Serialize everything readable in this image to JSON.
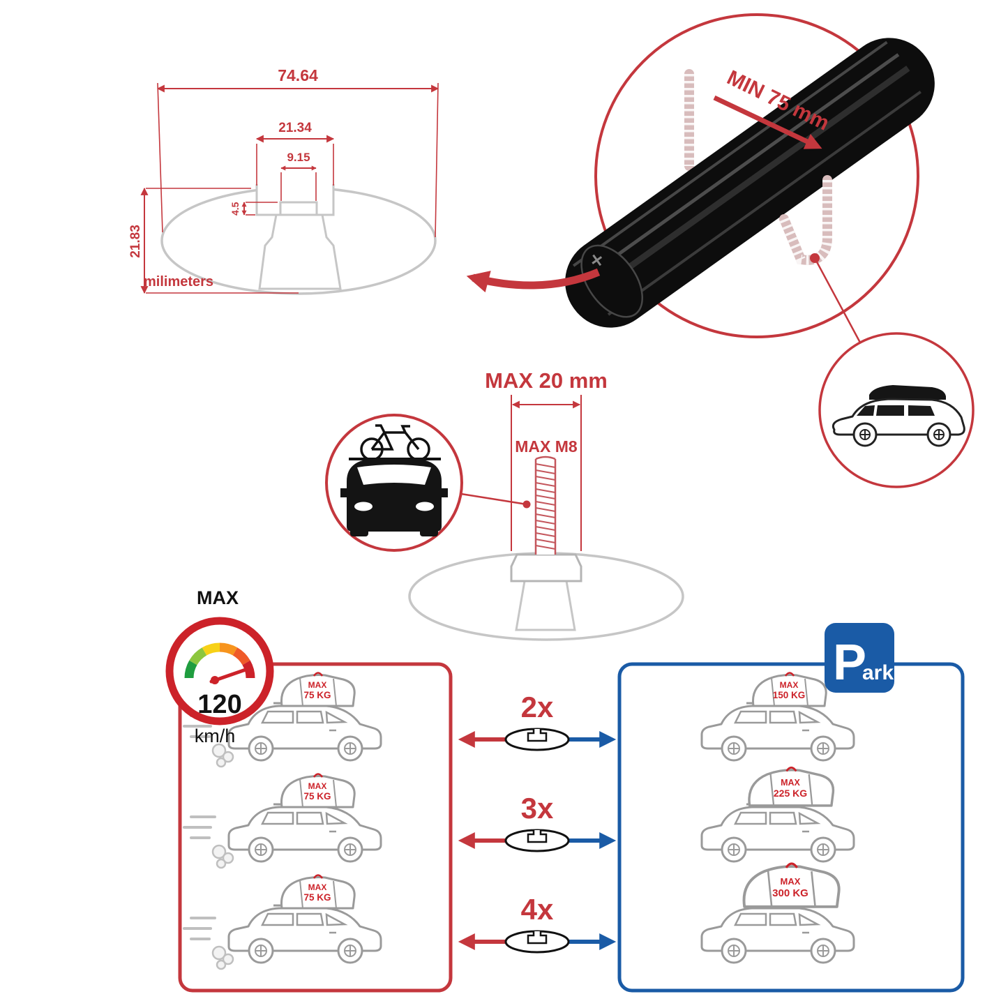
{
  "colors": {
    "accent_red": "#c4373d",
    "bright_red": "#cc2229",
    "park_blue": "#1a5ba6",
    "drawing_gray": "#c6c6c6",
    "bar_black": "#0d0d0d"
  },
  "cross_section": {
    "total_width": "74.64",
    "channel_width": "21.34",
    "slot_width": "9.15",
    "lip_height": "4.5",
    "total_height": "21.83",
    "unit_label": "milimeters"
  },
  "clamp_detail": {
    "min_label": "MIN 75 mm"
  },
  "bolt_spec": {
    "max_width_label": "MAX 20 mm",
    "max_thread_label": "MAX M8"
  },
  "speed_limit": {
    "label": "MAX",
    "value": "120",
    "unit": "km/h"
  },
  "park_sign": {
    "initial": "P",
    "rest": "ark"
  },
  "load_rows": [
    {
      "multiplier": "2x",
      "left_max": "MAX",
      "left_weight": "75 KG",
      "right_max": "MAX",
      "right_weight": "150 KG"
    },
    {
      "multiplier": "3x",
      "left_max": "MAX",
      "left_weight": "75 KG",
      "right_max": "MAX",
      "right_weight": "225 KG"
    },
    {
      "multiplier": "4x",
      "left_max": "MAX",
      "left_weight": "75 KG",
      "right_max": "MAX",
      "right_weight": "300 KG"
    }
  ]
}
